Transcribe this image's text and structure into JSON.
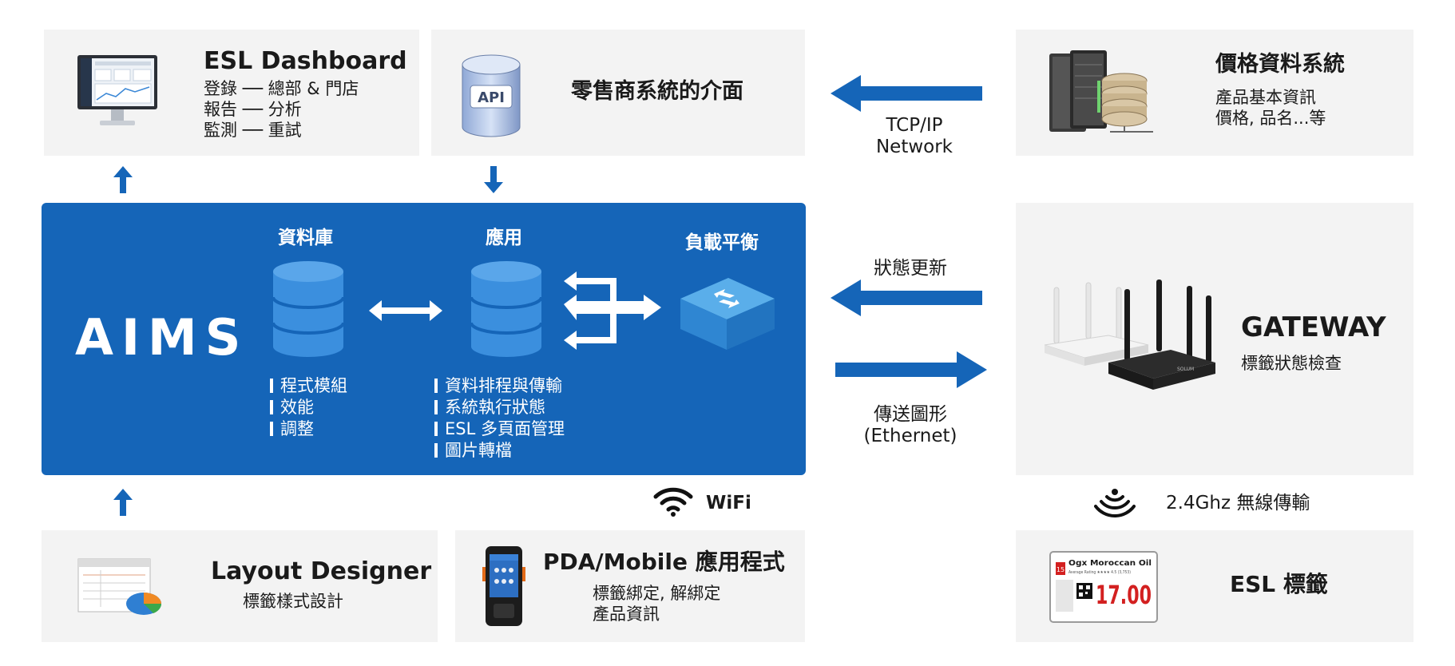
{
  "esl_dashboard": {
    "title": "ESL Dashboard",
    "lines": [
      "登錄 ── 總部 & 門店",
      "報告 ── 分析",
      "監測 ── 重試"
    ]
  },
  "retailer_interface": {
    "title": "零售商系統的介面",
    "api_label": "API"
  },
  "price_system": {
    "title": "價格資料系統",
    "lines": [
      "產品基本資訊",
      "價格, 品名...等"
    ]
  },
  "tcpip": {
    "line1": "TCP/IP",
    "line2": "Network"
  },
  "aims": {
    "logo": "AIMS",
    "database": {
      "label": "資料庫",
      "bullets": [
        "程式模組",
        "效能",
        "調整"
      ]
    },
    "application": {
      "label": "應用",
      "bullets": [
        "資料排程與傳輸",
        "系統執行狀態",
        "ESL 多頁面管理",
        "圖片轉檔"
      ]
    },
    "load_balancer": {
      "label": "負載平衡"
    }
  },
  "status_update": "狀態更新",
  "send_graphics": {
    "line1": "傳送圖形",
    "line2": "(Ethernet)"
  },
  "gateway": {
    "title": "GATEWAY",
    "subtitle": "標籤狀態檢查",
    "brand": "SOLUM"
  },
  "wifi": {
    "label": "WiFi"
  },
  "wireless": {
    "label": "2.4Ghz 無線傳輸"
  },
  "layout_designer": {
    "title": "Layout Designer",
    "subtitle": "標籤樣式設計"
  },
  "pda_mobile": {
    "title": "PDA/Mobile 應用程式",
    "lines": [
      "標籤綁定, 解綁定",
      "產品資訊"
    ]
  },
  "esl_tag": {
    "title": "ESL 標籤",
    "product": "Ogx Moroccan Oil",
    "sub": "Average Rating ★★★★ 4.5 (3,753)",
    "price": "17.00",
    "badge": "15"
  },
  "colors": {
    "accent_blue": "#1565b8",
    "box_gray": "#f3f3f3",
    "arrow_blue": "#1565b8"
  }
}
